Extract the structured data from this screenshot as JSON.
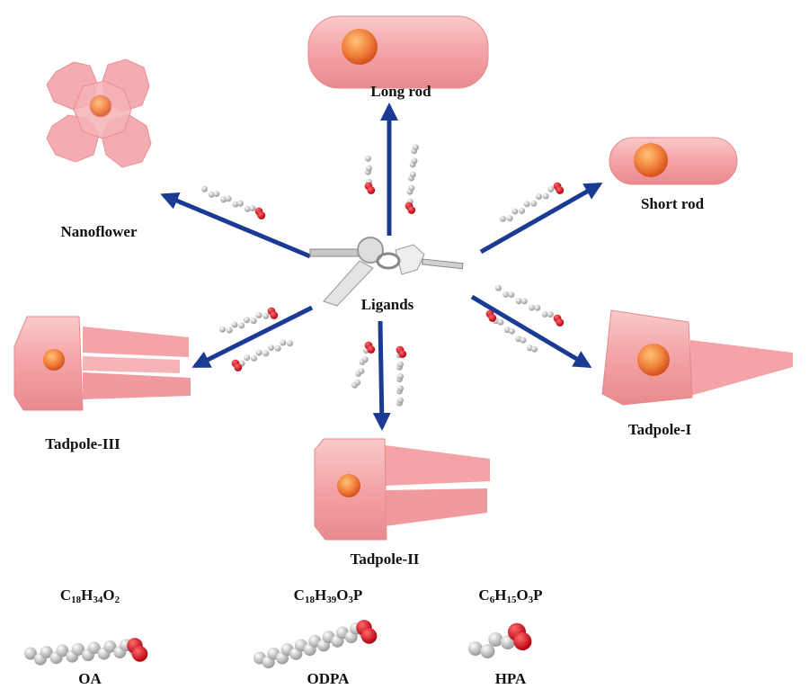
{
  "center": {
    "label": "Ligands",
    "icon": "keys-icon"
  },
  "shapes": {
    "long_rod": {
      "label": "Long rod"
    },
    "short_rod": {
      "label": "Short rod"
    },
    "nanoflower": {
      "label": "Nanoflower"
    },
    "tadpole_iii": {
      "label": "Tadpole-III"
    },
    "tadpole_ii": {
      "label": "Tadpole-II"
    },
    "tadpole_i": {
      "label": "Tadpole-I"
    }
  },
  "ligands": [
    {
      "name": "OA",
      "formula": [
        [
          "C",
          "18"
        ],
        [
          "H",
          "34"
        ],
        [
          "O",
          "2"
        ]
      ]
    },
    {
      "name": "ODPA",
      "formula": [
        [
          "C",
          "18"
        ],
        [
          "H",
          "39"
        ],
        [
          "O",
          "3"
        ],
        [
          "P",
          ""
        ]
      ]
    },
    {
      "name": "HPA",
      "formula": [
        [
          "C",
          "6"
        ],
        [
          "H",
          "15"
        ],
        [
          "O",
          "3"
        ],
        [
          "P",
          ""
        ]
      ]
    }
  ],
  "colors": {
    "arrow": "#1a3a93",
    "shape_fill": "#f4a6a8",
    "shape_dark": "#e98387",
    "core": "#f08a3a",
    "oxygen": "#e0121e",
    "carbon": "#d9d9d9"
  }
}
